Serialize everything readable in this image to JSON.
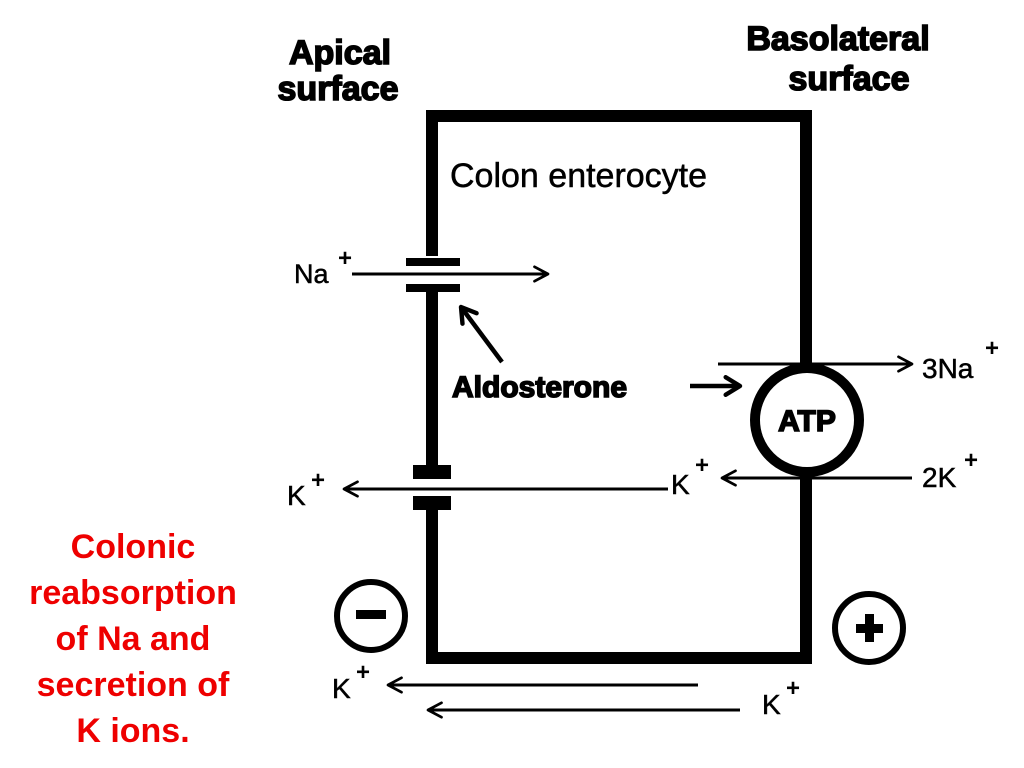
{
  "labels": {
    "apical_line1": "Apical",
    "apical_line2": "surface",
    "basolateral_line1": "Basolateral",
    "basolateral_line2": "surface",
    "cell_name": "Colon enterocyte",
    "na_in": "Na",
    "na_in_charge": "+",
    "aldosterone": "Aldosterone",
    "atp": "ATP",
    "na_out": "3Na",
    "na_out_charge": "+",
    "k_in": "2K",
    "k_in_charge": "+",
    "k_inside": "K",
    "k_inside_charge": "+",
    "k_apical_out": "K",
    "k_apical_out_charge": "+",
    "k_bottom_left": "K",
    "k_bottom_left_charge": "+",
    "k_bottom_right": "K",
    "k_bottom_right_charge": "+",
    "minus_sign": "−",
    "plus_sign": "+"
  },
  "caption": {
    "line1": "Colonic",
    "line2": "reabsorption",
    "line3": "of Na and",
    "line4": "secretion of",
    "line5": "K ions."
  },
  "colors": {
    "caption": "#ee0000",
    "lines": "#000000",
    "background": "#ffffff"
  }
}
